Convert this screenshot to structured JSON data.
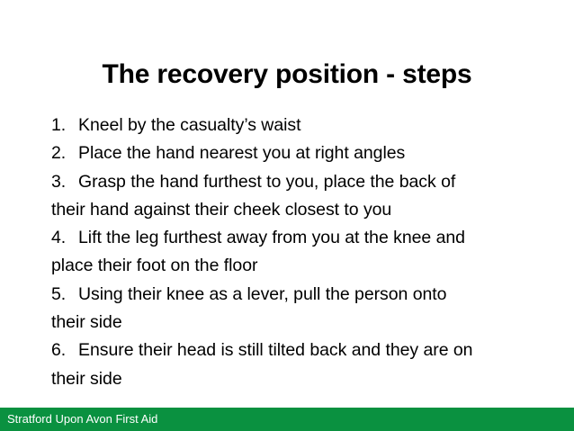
{
  "slide": {
    "title": "The recovery position - steps",
    "background_color": "#ffffff",
    "text_color": "#000000",
    "lines": [
      {
        "number": "1.",
        "text": "Kneel by the casualty’s waist",
        "continuation": false
      },
      {
        "number": "2.",
        "text": "Place the hand nearest you at right angles",
        "continuation": false
      },
      {
        "number": "3.",
        "text": "Grasp the hand furthest to you, place the back of",
        "continuation": false
      },
      {
        "number": "",
        "text": "their hand against their cheek closest to you",
        "continuation": true
      },
      {
        "number": "4.",
        "text": "Lift the leg furthest away from you at the knee and",
        "continuation": false
      },
      {
        "number": "",
        "text": "place their foot on the floor",
        "continuation": true
      },
      {
        "number": "5.",
        "text": "Using their knee as a lever, pull the person onto",
        "continuation": false
      },
      {
        "number": "",
        "text": "their side",
        "continuation": true
      },
      {
        "number": "6.",
        "text": "Ensure their head is still tilted back and they are on",
        "continuation": false
      },
      {
        "number": "",
        "text": "their side",
        "continuation": true
      }
    ]
  },
  "footer": {
    "text": "Stratford Upon Avon First Aid",
    "background_color": "#0a9140",
    "text_color": "#ffffff"
  }
}
